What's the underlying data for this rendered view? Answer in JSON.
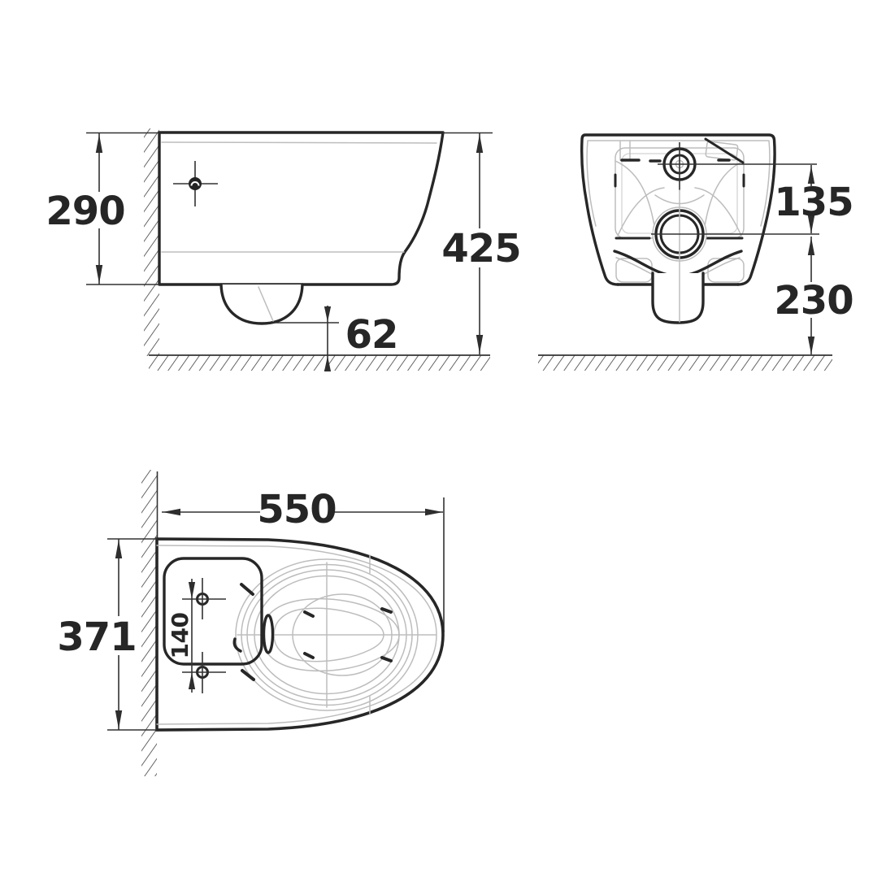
{
  "drawing": {
    "kind": "wall-hung-toilet-installation-diagram",
    "views": {
      "side_view_label": "side-elevation",
      "rear_view_label": "rear-elevation",
      "plan_view_label": "top-plan"
    }
  },
  "dimensions": {
    "side_view": {
      "fixing_zone_height": "290",
      "overall_height": "425",
      "trap_to_floor": "62"
    },
    "rear_view": {
      "inlet_to_outlet": "135",
      "outlet_to_floor": "230"
    },
    "plan_view": {
      "depth_from_wall": "550",
      "overall_width": "371",
      "fixing_hole_spacing": "140"
    }
  },
  "colors": {
    "outline": "#272727",
    "thin_line": "#323232",
    "detail_gray": "#bdbdbd",
    "hatch": "#3f3f3f",
    "text": "#262626",
    "background": "#ffffff"
  }
}
